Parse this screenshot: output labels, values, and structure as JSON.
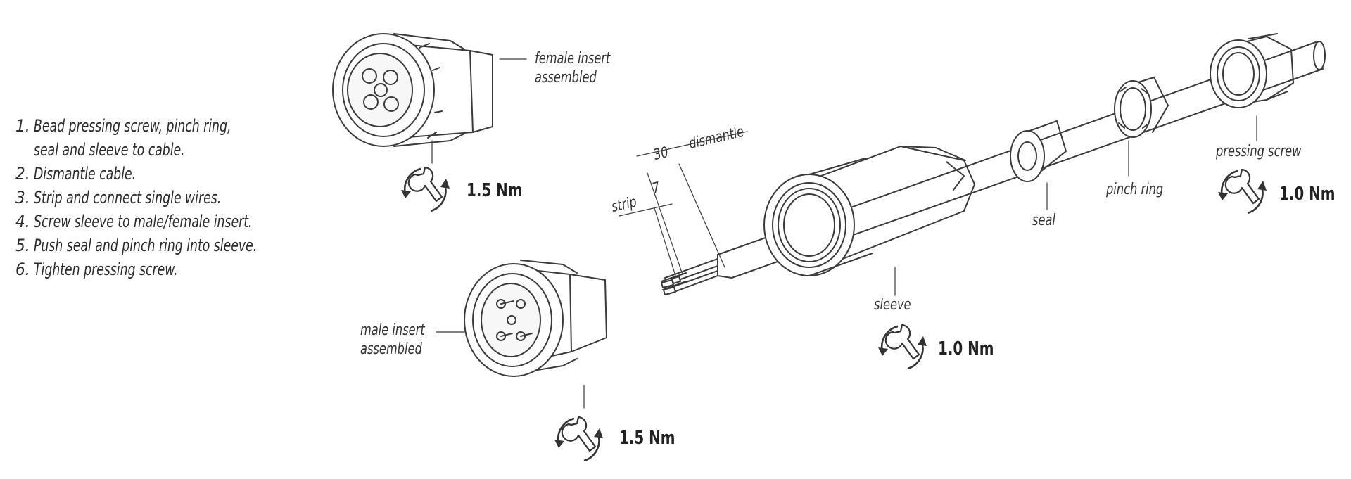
{
  "instructions": [
    {
      "number": "1.",
      "text": "Bead pressing screw, pinch ring, seal and sleeve to cable."
    },
    {
      "number": "2.",
      "text": "Dismantle cable."
    },
    {
      "number": "3.",
      "text": "Strip and connect single wires."
    },
    {
      "number": "4.",
      "text": "Screw sleeve to male/female insert."
    },
    {
      "number": "5.",
      "text": "Push seal and pinch ring into sleeve."
    },
    {
      "number": "6.",
      "text": "Tighten pressing screw."
    }
  ],
  "parts": {
    "female_insert": {
      "line1": "female insert",
      "line2": "assembled"
    },
    "male_insert": {
      "line1": "male insert",
      "line2": "assembled"
    },
    "sleeve": "sleeve",
    "seal": "seal",
    "pinch_ring": "pinch ring",
    "pressing_screw": "pressing screw"
  },
  "dimensions": {
    "dismantle_value": "30",
    "dismantle_label": "dismantle",
    "strip_value": "7",
    "strip_label": "strip"
  },
  "torques": {
    "female_insert": "1.5 Nm",
    "male_insert": "1.5 Nm",
    "sleeve": "1.0 Nm",
    "pressing_screw": "1.0 Nm"
  },
  "icons": [
    "wrench-rotate-icon"
  ],
  "colors": {
    "line": "#3a3a3a",
    "text": "#2a2a2a",
    "background": "#ffffff"
  }
}
